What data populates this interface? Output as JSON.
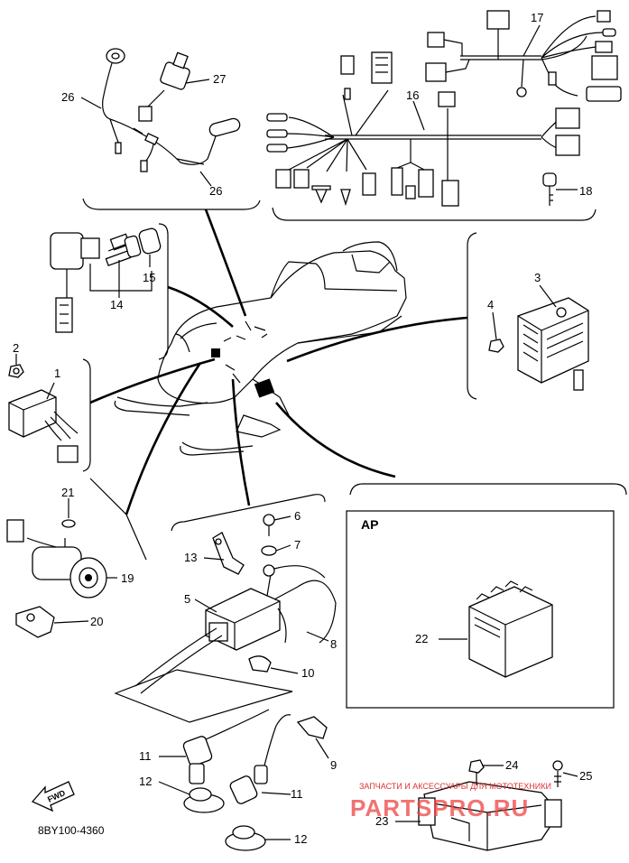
{
  "callouts": {
    "n1": "1",
    "n2": "2",
    "n3": "3",
    "n4": "4",
    "n5": "5",
    "n6": "6",
    "n7": "7",
    "n8": "8",
    "n9": "9",
    "n10": "10",
    "n11a": "11",
    "n11b": "11",
    "n12a": "12",
    "n12b": "12",
    "n13": "13",
    "n14": "14",
    "n15": "15",
    "n16": "16",
    "n17": "17",
    "n18": "18",
    "n19": "19",
    "n20": "20",
    "n21": "21",
    "n22": "22",
    "n23": "23",
    "n24": "24",
    "n25": "25",
    "n26a": "26",
    "n26b": "26",
    "n27": "27"
  },
  "ap_label": "AP",
  "fwd_label": "FWD",
  "diagram_code": "8BY100-4360",
  "watermark": {
    "tagline": "ЗАПЧАСТИ И АКСЕССУАРЫ ДЛЯ МОТОТЕХНИКИ",
    "site": "PARTSPRO.RU"
  }
}
